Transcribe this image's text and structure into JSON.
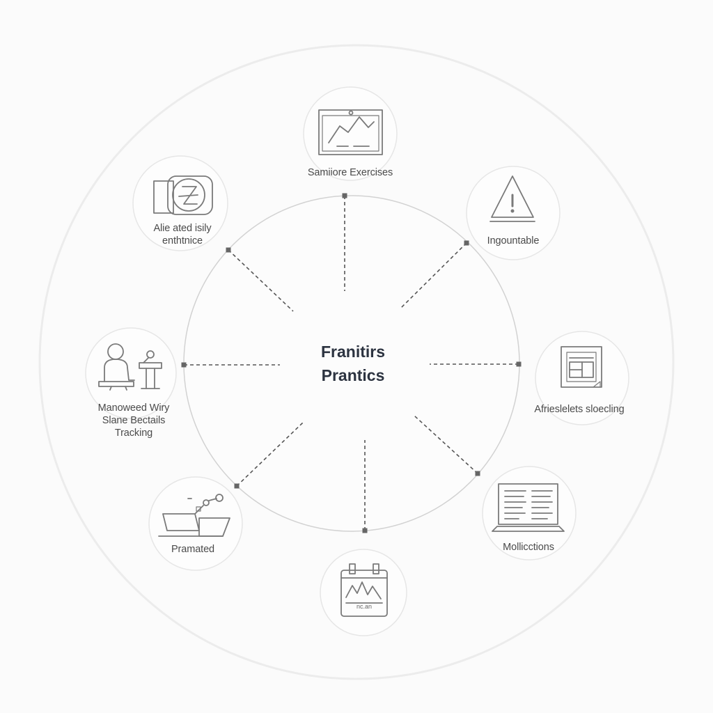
{
  "center": {
    "line1": "Franitirs",
    "line2": "Prantics"
  },
  "nodes": [
    {
      "id": "top",
      "icon": "line-chart-icon",
      "label_lines": [
        "Samiiore Exercises"
      ]
    },
    {
      "id": "top-right",
      "icon": "warning-icon",
      "label_lines": [
        "Ingountable"
      ]
    },
    {
      "id": "right",
      "icon": "document-icon",
      "label_lines": [
        "Afrieslelets sloecling"
      ]
    },
    {
      "id": "bottom-right",
      "icon": "laptop-icon",
      "label_lines": [
        "Mollicctions"
      ]
    },
    {
      "id": "bottom",
      "icon": "calendar-chart-icon",
      "icon_text": "nc.an",
      "label_lines": []
    },
    {
      "id": "bottom-left",
      "icon": "laptop-tools-icon",
      "label_lines": [
        "Pramated"
      ]
    },
    {
      "id": "left",
      "icon": "person-at-desk-icon",
      "label_lines": [
        "Manoweed Wiry",
        "Slane Bectails",
        "Tracking"
      ]
    },
    {
      "id": "top-left",
      "icon": "camera-icon",
      "label_lines": [
        "Alie ated isily",
        "enthtnice"
      ]
    }
  ],
  "colors": {
    "line": "#c9c9c9",
    "dash": "#555555",
    "node_ring": "#e6e6e6",
    "icon": "#7a7a7a",
    "text": "#4a4a4a",
    "title": "#2c3340"
  }
}
